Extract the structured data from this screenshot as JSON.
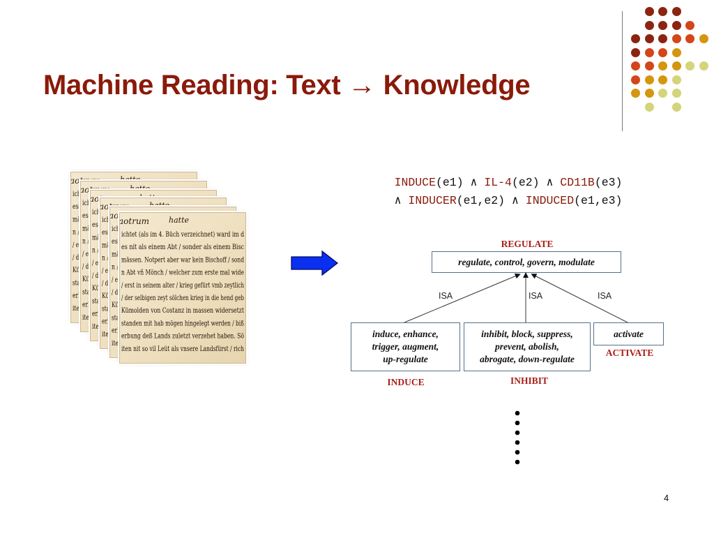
{
  "slide": {
    "title": "Machine Reading: Text → Knowledge",
    "page_number": "4",
    "colors": {
      "title": "#8a1a0a",
      "arrow": "#0a2ff0",
      "pred": "#8a1a0a",
      "label": "#a8201a"
    },
    "dot_grid": [
      "#8b2410",
      "#8b2410",
      "#8b2410",
      "#d4451a",
      "#d4960e",
      "#d4d47a"
    ]
  },
  "scans": {
    "lines": [
      "ichtet (als im 4. Büch verzeichnet) ward im d",
      "es nit als einem Abt / sonder als einem Bisc",
      "mässen. Notpert aber war kein Bischoff / sond",
      "n Abt vñ Mönch / welcher zum erste mal wide",
      "/ erst in seinem alter / krieg gefürt vmb zeytlich",
      "/ der selbigen zeyt sölchen krieg in die hend geb",
      "Kümolden von Costanz in massen widersetzt",
      "standen mit hab mögen hingelegt werden / biß",
      "erbung deß Lands zuletzt verzehet haben. Sö",
      "iten nit so vil Leüt als vnsere Landsfürst / rich"
    ]
  },
  "logic": {
    "line1": [
      {
        "t": "INDUCE",
        "pred": true
      },
      {
        "t": "(e1) ∧ ",
        "pred": false
      },
      {
        "t": "IL-4",
        "pred": true
      },
      {
        "t": "(e2) ∧ ",
        "pred": false
      },
      {
        "t": "CD11B",
        "pred": true
      },
      {
        "t": "(e3)",
        "pred": false
      }
    ],
    "line2": [
      {
        "t": "∧ ",
        "pred": false
      },
      {
        "t": "INDUCER",
        "pred": true
      },
      {
        "t": "(e1,e2) ∧ ",
        "pred": false
      },
      {
        "t": "INDUCED",
        "pred": true
      },
      {
        "t": "(e1,e3)",
        "pred": false
      }
    ]
  },
  "ontology": {
    "root": {
      "label": "REGULATE",
      "text": "regulate, control, govern, modulate"
    },
    "edge_label": "ISA",
    "children": [
      {
        "label": "INDUCE",
        "text_lines": [
          "induce, enhance,",
          "trigger, augment,",
          "up-regulate"
        ]
      },
      {
        "label": "INHIBIT",
        "text_lines": [
          "inhibit, block, suppress,",
          "prevent, abolish,",
          "abrogate, down-regulate"
        ]
      },
      {
        "label": "ACTIVATE",
        "text_lines": [
          "activate"
        ]
      }
    ]
  }
}
